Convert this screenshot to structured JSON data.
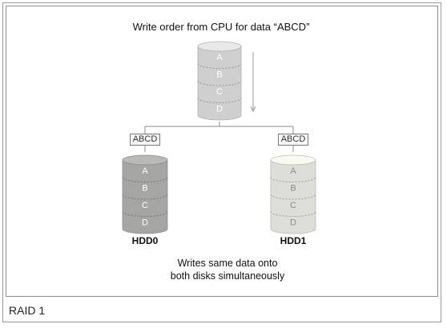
{
  "diagram": {
    "title": "Write order from CPU for data “ABCD”",
    "source_blocks": [
      "A",
      "B",
      "C",
      "D"
    ],
    "hdd0": {
      "label": "HDD0",
      "tag": "ABCD",
      "blocks": [
        "A",
        "B",
        "C",
        "D"
      ]
    },
    "hdd1": {
      "label": "HDD1",
      "tag": "ABCD",
      "blocks": [
        "A",
        "B",
        "C",
        "D"
      ]
    },
    "note_line1": "Writes same data onto",
    "note_line2": "both disks simultaneously",
    "colors": {
      "source_disk": "#cfcfcf",
      "hdd0_disk": "#a5a5a3",
      "hdd1_disk": "#deded8",
      "letter_light": "#ffffff",
      "letter_dark": "#8a8a8a"
    }
  },
  "caption": "RAID 1"
}
